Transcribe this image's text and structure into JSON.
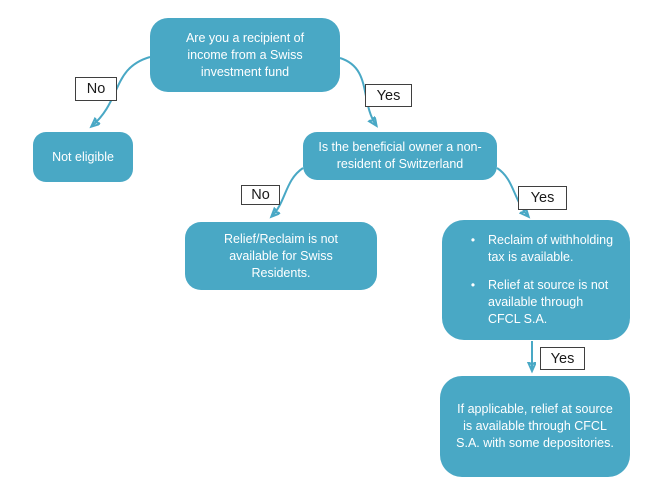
{
  "colors": {
    "node_fill": "#49A8C5",
    "node_text": "#FFFFFF",
    "connector": "#49A8C5",
    "label_border": "#3F3F3F",
    "label_text": "#1A1A1A",
    "background": "#FFFFFF"
  },
  "nodes": {
    "question1": "Are you a recipient of income from a Swiss investment fund",
    "not_eligible": "Not eligible",
    "question2": "Is the beneficial owner a non-resident of Switzerland",
    "swiss_residents": "Relief/Reclaim is not available for Swiss Residents.",
    "non_resident_bullets": [
      "Reclaim of withholding tax is available.",
      "Relief at source is not available through CFCL S.A."
    ],
    "final": "If applicable, relief at source is available through CFCL S.A. with some depositories.",
    "bullet_glyph": "•"
  },
  "labels": {
    "no_top": "No",
    "yes_top": "Yes",
    "no_mid": "No",
    "yes_mid": "Yes",
    "yes_bottom": "Yes"
  }
}
